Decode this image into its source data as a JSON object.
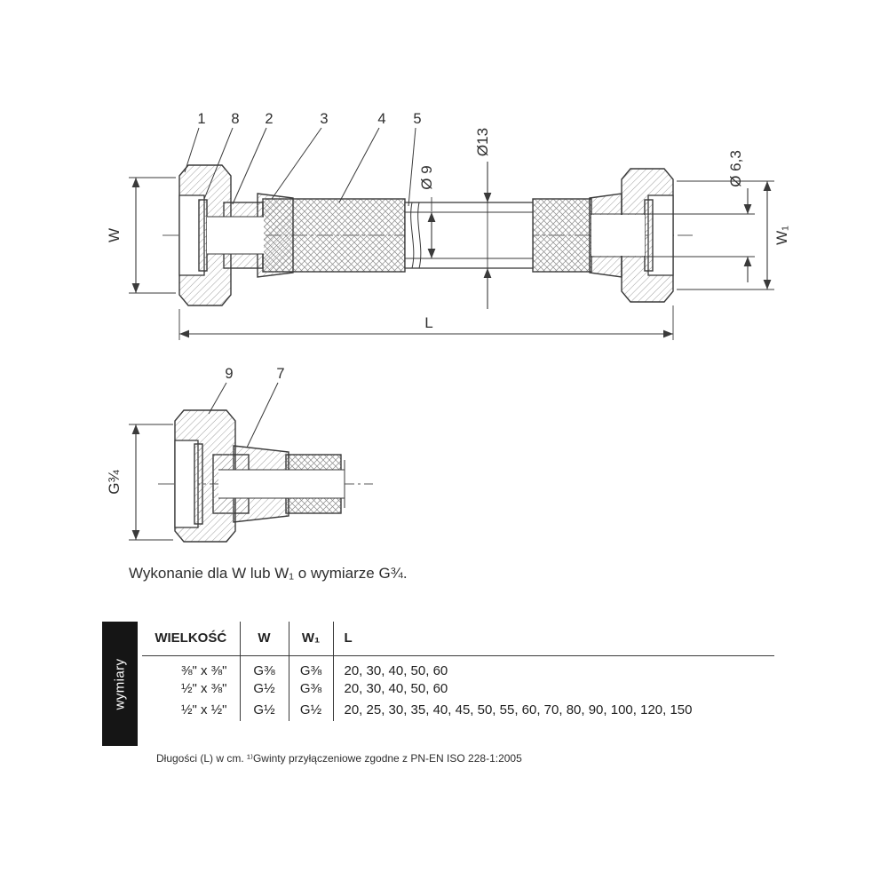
{
  "colors": {
    "ink": "#3a3a3a",
    "tab_bg": "#151515",
    "tab_text": "#ffffff"
  },
  "drawing": {
    "callouts_main": [
      "1",
      "8",
      "2",
      "3",
      "4",
      "5"
    ],
    "callouts_detail": [
      "9",
      "7"
    ],
    "dims": {
      "w": "W",
      "w1": "W₁",
      "l": "L",
      "d13": "Ø13",
      "d9": "Ø 9",
      "d63": "Ø 6,3",
      "g34": "G¾"
    }
  },
  "note": "Wykonanie dla W lub W₁ o wymiarze G¾.",
  "sidebar_label": "wymiary",
  "table": {
    "headers": [
      "WIELKOŚĆ",
      "W",
      "W₁",
      "L"
    ],
    "rows": [
      [
        "⅜\" x ⅜\"",
        "G⅜",
        "G⅜",
        "20, 30, 40, 50, 60"
      ],
      [
        "½\" x ⅜\"",
        "G½",
        "G⅜",
        "20, 30, 40, 50, 60"
      ],
      [
        "½\" x ½\"",
        "G½",
        "G½",
        "20, 25, 30, 35, 40, 45, 50, 55, 60, 70, 80, 90, 100, 120, 150"
      ]
    ]
  },
  "footer_note": "Długości (L) w cm. ¹⁾Gwinty przyłączeniowe zgodne z PN-EN ISO 228-1:2005"
}
